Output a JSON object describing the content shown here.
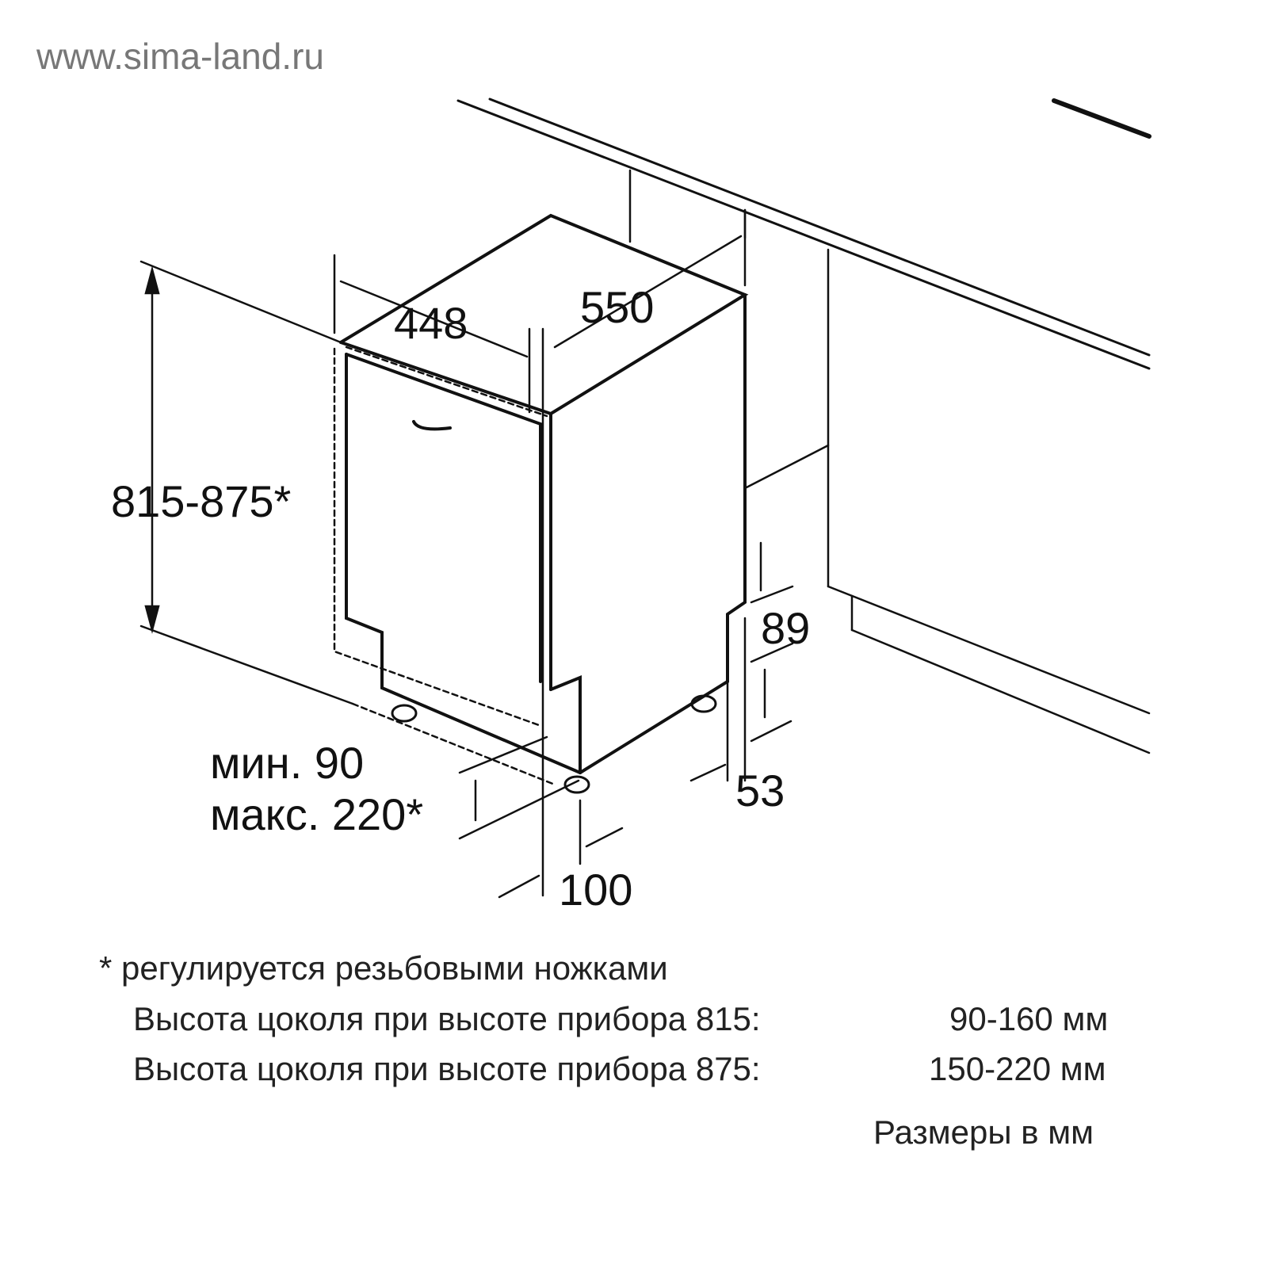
{
  "watermark": "www.sima-land.ru",
  "dimensions": {
    "width": "448",
    "depth": "550",
    "height": "815-875*",
    "toe_kick_top": "89",
    "toe_kick_depth": "53",
    "plinth_min": "мин. 90",
    "plinth_max": "макс. 220*",
    "door_offset": "100"
  },
  "notes": {
    "footnote": "* регулируется резьбовыми ножками",
    "line1_label": "Высота цоколя при высоте прибора 815:",
    "line1_value": "90-160 мм",
    "line2_label": "Высота цоколя при высоте прибора 875:",
    "line2_value": "150-220 мм",
    "units": "Размеры в мм"
  },
  "colors": {
    "line": "#111111",
    "watermark": "#777777"
  }
}
